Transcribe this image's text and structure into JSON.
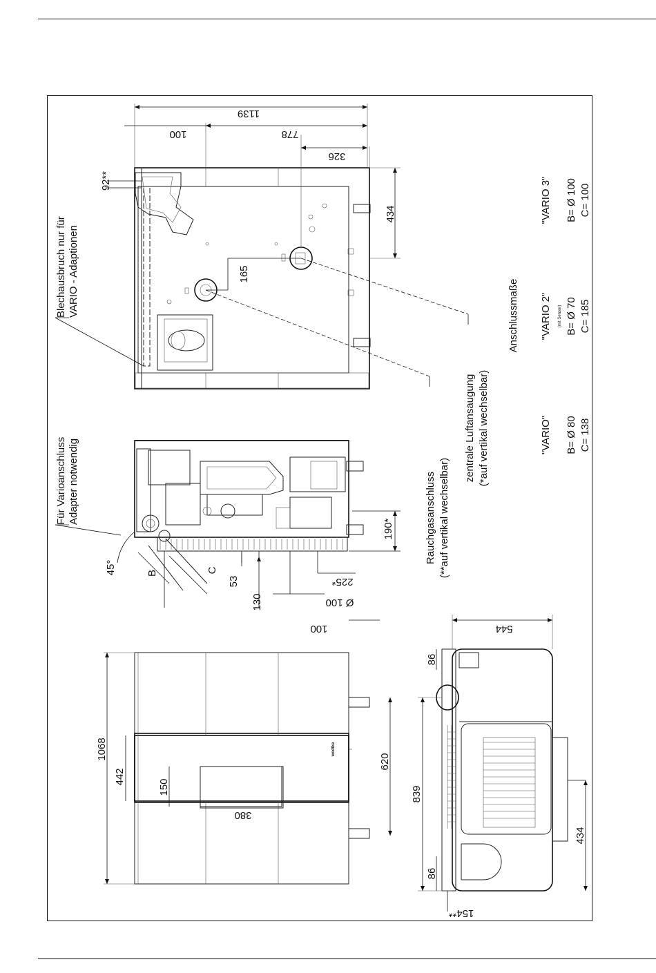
{
  "dims": {
    "d1139": "1139",
    "d778": "778",
    "d326": "326",
    "d100_top": "100",
    "d92": "92**",
    "d434_top": "434",
    "d165": "165",
    "d45": "45°",
    "dB": "B",
    "dC": "C",
    "d53": "53",
    "d130": "130",
    "d225": "225*",
    "d190": "190*",
    "d100_phi": "Ø 100",
    "d100_mid": "100",
    "d1068": "1068",
    "d442": "442",
    "d150": "150",
    "d380": "380",
    "d620": "620",
    "d544": "544",
    "d86_top": "86",
    "d839": "839",
    "d86_bot": "86",
    "d154": "154**",
    "d434_bot": "434"
  },
  "labels": {
    "blechausbruch_1": "Blechausbruch nur für",
    "blechausbruch_2": "VARIO - Adaptionen",
    "vario_anschluss_1": "Für Varioanschluss",
    "vario_anschluss_2": "Adapter notwendig",
    "rauchgas_1": "Rauchgasanschluss",
    "rauchgas_2": "(**auf vertikal wechselbar)",
    "luft_1": "zentrale Luftansaugung",
    "luft_2": "(*auf vertikal wechselbar)",
    "anschlussmasse": "Anschlussmaße",
    "brand_mark": "wodtke"
  },
  "variants": [
    {
      "name": "\"VARIO\"",
      "note": "",
      "b": "B= Ø 80",
      "c": "C= 138"
    },
    {
      "name": "\"VARIO 2\"",
      "note": "(mit Sensor)",
      "b": "B= Ø 70",
      "c": "C= 185"
    },
    {
      "name": "\"VARIO 3\"",
      "note": "",
      "b": "B= Ø 100",
      "c": "C= 100"
    }
  ]
}
